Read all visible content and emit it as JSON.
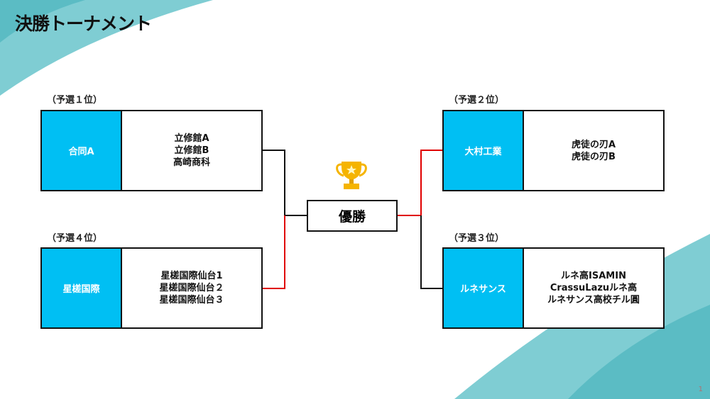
{
  "title": "決勝トーナメント",
  "champion_label": "優勝",
  "page_number": "1",
  "colors": {
    "accent": "#00bff3",
    "winner_line": "#e00000",
    "line": "#111111",
    "background_swoosh": "#5bbcc4"
  },
  "blocks": [
    {
      "seed": "（予選１位）",
      "representative": "合同A",
      "members": [
        "立修館A",
        "立修館B",
        "高崎商科"
      ]
    },
    {
      "seed": "（予選４位）",
      "representative": "星槎国際",
      "members": [
        "星槎国際仙台1",
        "星槎国際仙台２",
        "星槎国際仙台３"
      ]
    },
    {
      "seed": "（予選２位）",
      "representative": "大村工業",
      "members": [
        "虎徒の刃A",
        "虎徒の刃B"
      ]
    },
    {
      "seed": "（予選３位）",
      "representative": "ルネサンス",
      "members": [
        "ルネ高ISAMIN",
        "CrassuLazuルネ高",
        "ルネサンス高校チル圓"
      ]
    }
  ]
}
